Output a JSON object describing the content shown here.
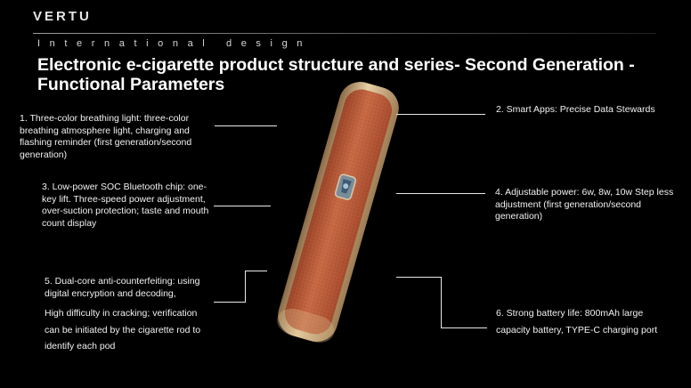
{
  "brand": "VERTU",
  "tagline": "International design",
  "title": "Electronic e-cigarette product structure and series- Second Generation - Functional Parameters",
  "callouts": {
    "c1": "1. Three-color breathing light: three-color breathing atmosphere light, charging and flashing reminder (first generation/second generation)",
    "c2": "2. Smart Apps: Precise Data Stewards",
    "c3": "3. Low-power SOC Bluetooth chip: one-key lift. Three-speed power adjustment, over-suction protection; taste and mouth count display",
    "c4": "4. Adjustable power: 6w, 8w, 10w Step less adjustment (first generation/second generation)",
    "c5_line1": "5. Dual-core anti-counterfeiting: using digital encryption and decoding,",
    "c5_line2": "High difficulty in cracking; verification can be initiated by the cigarette rod to identify each pod",
    "c6": "6. Strong battery life: 800mAh large capacity battery, TYPE-C charging port"
  },
  "colors": {
    "background": "#000000",
    "leather": "#c5623f",
    "frame": "#c9a77a"
  }
}
